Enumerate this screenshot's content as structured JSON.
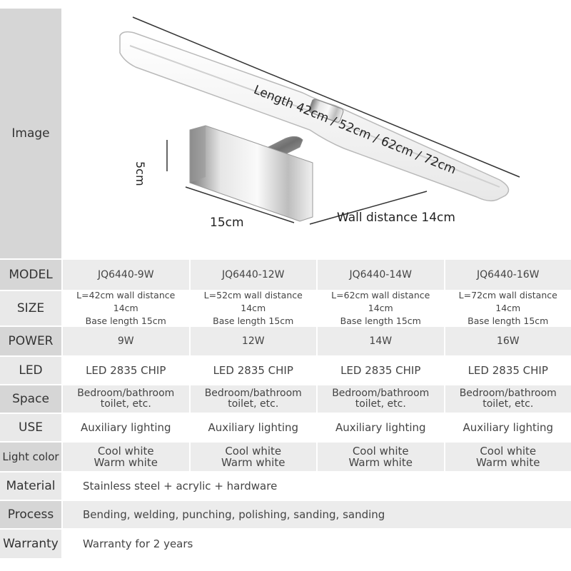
{
  "image_row": {
    "label": "Image",
    "dimensions": {
      "length": "Length 42cm / 52cm / 62cm / 72cm",
      "height": "5cm",
      "base": "15cm",
      "wall_distance": "Wall distance 14cm"
    }
  },
  "rows": [
    {
      "label": "MODEL",
      "values": [
        "JQ6440-9W",
        "JQ6440-12W",
        "JQ6440-14W",
        "JQ6440-16W"
      ]
    },
    {
      "label": "SIZE",
      "values": [
        [
          "L=42cm wall distance 14cm",
          "Base length 15cm"
        ],
        [
          "L=52cm wall distance 14cm",
          "Base length 15cm"
        ],
        [
          "L=62cm wall distance 14cm",
          "Base length 15cm"
        ],
        [
          "L=72cm wall distance 14cm",
          "Base length 15cm"
        ]
      ]
    },
    {
      "label": "POWER",
      "values": [
        "9W",
        "12W",
        "14W",
        "16W"
      ]
    },
    {
      "label": "LED",
      "values": [
        "LED 2835 CHIP",
        "LED 2835 CHIP",
        "LED 2835 CHIP",
        "LED 2835 CHIP"
      ]
    },
    {
      "label": "Space",
      "values": [
        [
          "Bedroom/bathroom",
          "toilet, etc."
        ],
        [
          "Bedroom/bathroom",
          "toilet, etc."
        ],
        [
          "Bedroom/bathroom",
          "toilet, etc."
        ],
        [
          "Bedroom/bathroom",
          "toilet, etc."
        ]
      ]
    },
    {
      "label": "USE",
      "values": [
        "Auxiliary lighting",
        "Auxiliary lighting",
        "Auxiliary lighting",
        "Auxiliary lighting"
      ]
    },
    {
      "label": "Light color",
      "values": [
        [
          "Cool white",
          "Warm white"
        ],
        [
          "Cool white",
          "Warm white"
        ],
        [
          "Cool white",
          "Warm white"
        ],
        [
          "Cool white",
          "Warm white"
        ]
      ]
    },
    {
      "label": "Material",
      "value": "Stainless steel + acrylic + hardware"
    },
    {
      "label": "Process",
      "value": "Bending, welding, punching, polishing, sanding, sanding"
    },
    {
      "label": "Warranty",
      "value": "Warranty for 2 years"
    }
  ]
}
